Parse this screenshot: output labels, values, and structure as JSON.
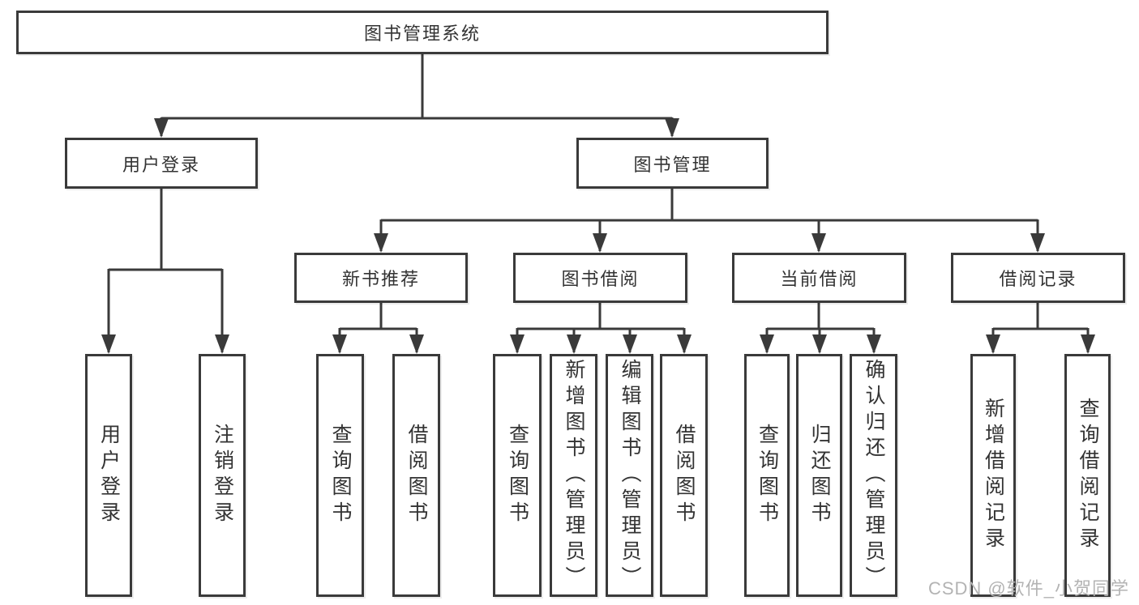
{
  "nodes": {
    "root": "图书管理系统",
    "branches": [
      "用户登录",
      "图书管理"
    ],
    "modules": [
      "新书推荐",
      "图书借阅",
      "当前借阅",
      "借阅记录"
    ],
    "leaves": [
      "用户登录",
      "注销登录",
      "查询图书",
      "借阅图书",
      "查询图书",
      "新增图书（管理员）",
      "编辑图书（管理员）",
      "借阅图书",
      "查询图书",
      "归还图书",
      "确认归还（管理员）",
      "新增借阅记录",
      "查询借阅记录"
    ]
  },
  "watermark": "CSDN @软件_小贺同学",
  "colors": {
    "line": "#3a3a3a",
    "text": "#333333",
    "watermark": "#b3b3b3",
    "background": "#ffffff"
  }
}
